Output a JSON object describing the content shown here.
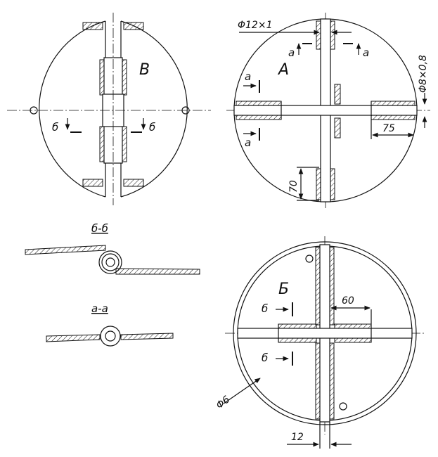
{
  "views": {
    "v": {
      "label": "В",
      "section": "б"
    },
    "a": {
      "label": "А",
      "section": "а",
      "dim_tube": "Φ12×1",
      "dim_wire": "Φ8×0,8",
      "dim_75": "75",
      "dim_70": "70"
    },
    "b": {
      "label": "Б",
      "section": "б",
      "dim_60": "60",
      "dim_12": "12",
      "dim_hole": "Φ6"
    }
  },
  "sections": {
    "bb_title": "б-б",
    "aa_title": "а-а"
  }
}
